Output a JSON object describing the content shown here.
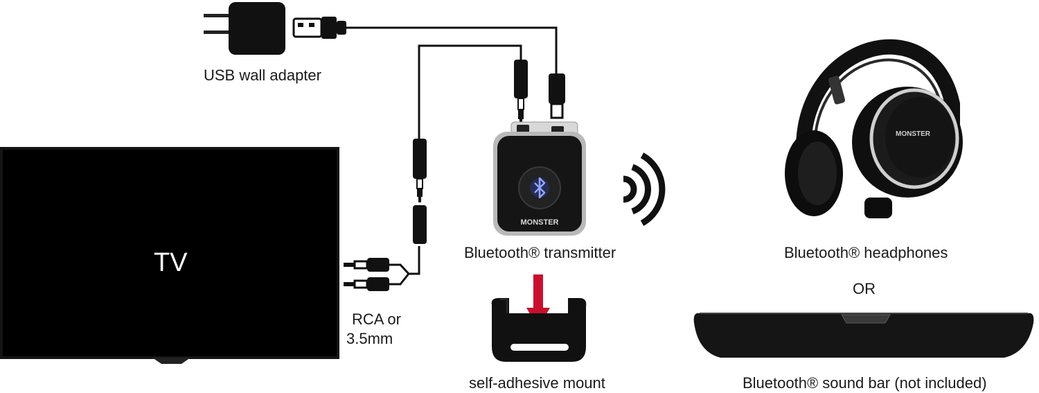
{
  "labels": {
    "usb_adapter": "USB wall adapter",
    "tv": "TV",
    "rca": "RCA or",
    "rca_line2": "3.5mm",
    "transmitter": "Bluetooth® transmitter",
    "headphones": "Bluetooth® headphones",
    "or": "OR",
    "mount": "self-adhesive mount",
    "soundbar": "Bluetooth® sound bar (not included)"
  },
  "brand": {
    "transmitter_logo": "MONSTER",
    "headphone_logo": "MONSTER"
  },
  "icons": {
    "bluetooth": "bluetooth-icon",
    "signal": "wireless-signal-icon",
    "arrow": "down-arrow-icon"
  },
  "colors": {
    "arrow": "#c8102e",
    "bluetooth_glow": "#4a6cff",
    "device_dark": "#111111",
    "text": "#1a1a1a"
  }
}
